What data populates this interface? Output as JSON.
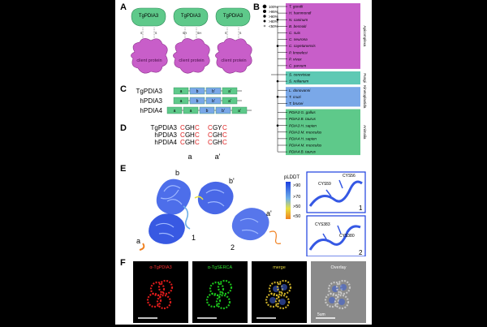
{
  "panels": {
    "A": "A",
    "B": "B",
    "C": "C",
    "D": "D",
    "E": "E",
    "F": "F"
  },
  "panelA": {
    "enzyme_label": "TgPDIA3",
    "client_label": "client protein",
    "bond_labels": [
      "S",
      "S",
      "SH",
      "SH",
      "S",
      "S",
      "S",
      "S"
    ]
  },
  "panelB": {
    "legend": [
      "100%",
      ">95%",
      ">90%",
      ">80%",
      "<50%"
    ],
    "taxa": [
      {
        "name": "T. gondii",
        "group": "api"
      },
      {
        "name": "H. hammondi",
        "group": "api"
      },
      {
        "name": "N. caninum",
        "group": "api"
      },
      {
        "name": "B. besnoiti",
        "group": "api"
      },
      {
        "name": "C. suis",
        "group": "api"
      },
      {
        "name": "C. neurona",
        "group": "api"
      },
      {
        "name": "C. cayetanensis",
        "group": "api"
      },
      {
        "name": "P. knowlesi",
        "group": "api"
      },
      {
        "name": "P. vivax",
        "group": "api"
      },
      {
        "name": "C. parvum",
        "group": "api"
      },
      {
        "name": "S. cerevisiae",
        "group": "fungi"
      },
      {
        "name": "S. reilianum",
        "group": "fungi"
      },
      {
        "name": "L. donovanni",
        "group": "kin"
      },
      {
        "name": "T. cruzi",
        "group": "kin"
      },
      {
        "name": "T. brucei",
        "group": "kin"
      },
      {
        "name": "PDIA3 G. gallus",
        "group": "ani"
      },
      {
        "name": "PDIA3 B. taurus",
        "group": "ani"
      },
      {
        "name": "PDIA3 H. sapien",
        "group": "ani"
      },
      {
        "name": "PDIA3 M. musculus",
        "group": "ani"
      },
      {
        "name": "PDIA4 H. sapien",
        "group": "ani"
      },
      {
        "name": "PDIA4 M. musculus",
        "group": "ani"
      },
      {
        "name": "PDIA4 B. taurus",
        "group": "ani"
      }
    ],
    "group_labels": {
      "api": "Apicomplexa",
      "fungi": "Fungi",
      "kin": "Kinetoplastida",
      "ani": "Animalia"
    },
    "colors": {
      "api": "#c85ec9",
      "fungi": "#5ec9b4",
      "kin": "#7aa8e8",
      "ani": "#5ec98a"
    }
  },
  "panelC": {
    "rows": [
      {
        "label": "TgPDIA3",
        "domains": [
          "a",
          "b",
          "b'",
          "a'"
        ]
      },
      {
        "label": "hPDIA3",
        "domains": [
          "a",
          "b",
          "b'",
          "a'"
        ]
      },
      {
        "label": "hPDIA4",
        "domains": [
          "a",
          "a",
          "b",
          "b'",
          "a'"
        ]
      }
    ]
  },
  "panelD": {
    "rows": [
      {
        "label": "TgPDIA3",
        "m1": [
          "C",
          "G",
          "H",
          "C"
        ],
        "m2": [
          "C",
          "G",
          "Y",
          "C"
        ]
      },
      {
        "label": "hPDIA3",
        "m1": [
          "C",
          "G",
          "H",
          "C"
        ],
        "m2": [
          "C",
          "G",
          "H",
          "C"
        ]
      },
      {
        "label": "hPDIA4",
        "m1": [
          "C",
          "G",
          "H",
          "C"
        ],
        "m2": [
          "C",
          "G",
          "H",
          "C"
        ]
      }
    ],
    "motif_labels": [
      "a",
      "a'"
    ],
    "red": "#e02020"
  },
  "panelE": {
    "domain_labels": [
      "b",
      "b'",
      "a",
      "a'",
      "1",
      "2"
    ],
    "plddt_title": "pLDDT",
    "plddt_ticks": [
      ">90",
      ">70",
      ">50",
      "<50"
    ],
    "inset1": {
      "labels": [
        "CYS59",
        "CYS56"
      ],
      "num": "1"
    },
    "inset2": {
      "labels": [
        "CYS383",
        "CYS380"
      ],
      "num": "2"
    }
  },
  "panelF": {
    "labels": [
      "α-TgPDIA3",
      "α-TgSERCA",
      "merge",
      "Overlay"
    ],
    "label_colors": [
      "#ff3030",
      "#30e030",
      "#e8d840",
      "#ffffff"
    ],
    "scale": "5um"
  }
}
